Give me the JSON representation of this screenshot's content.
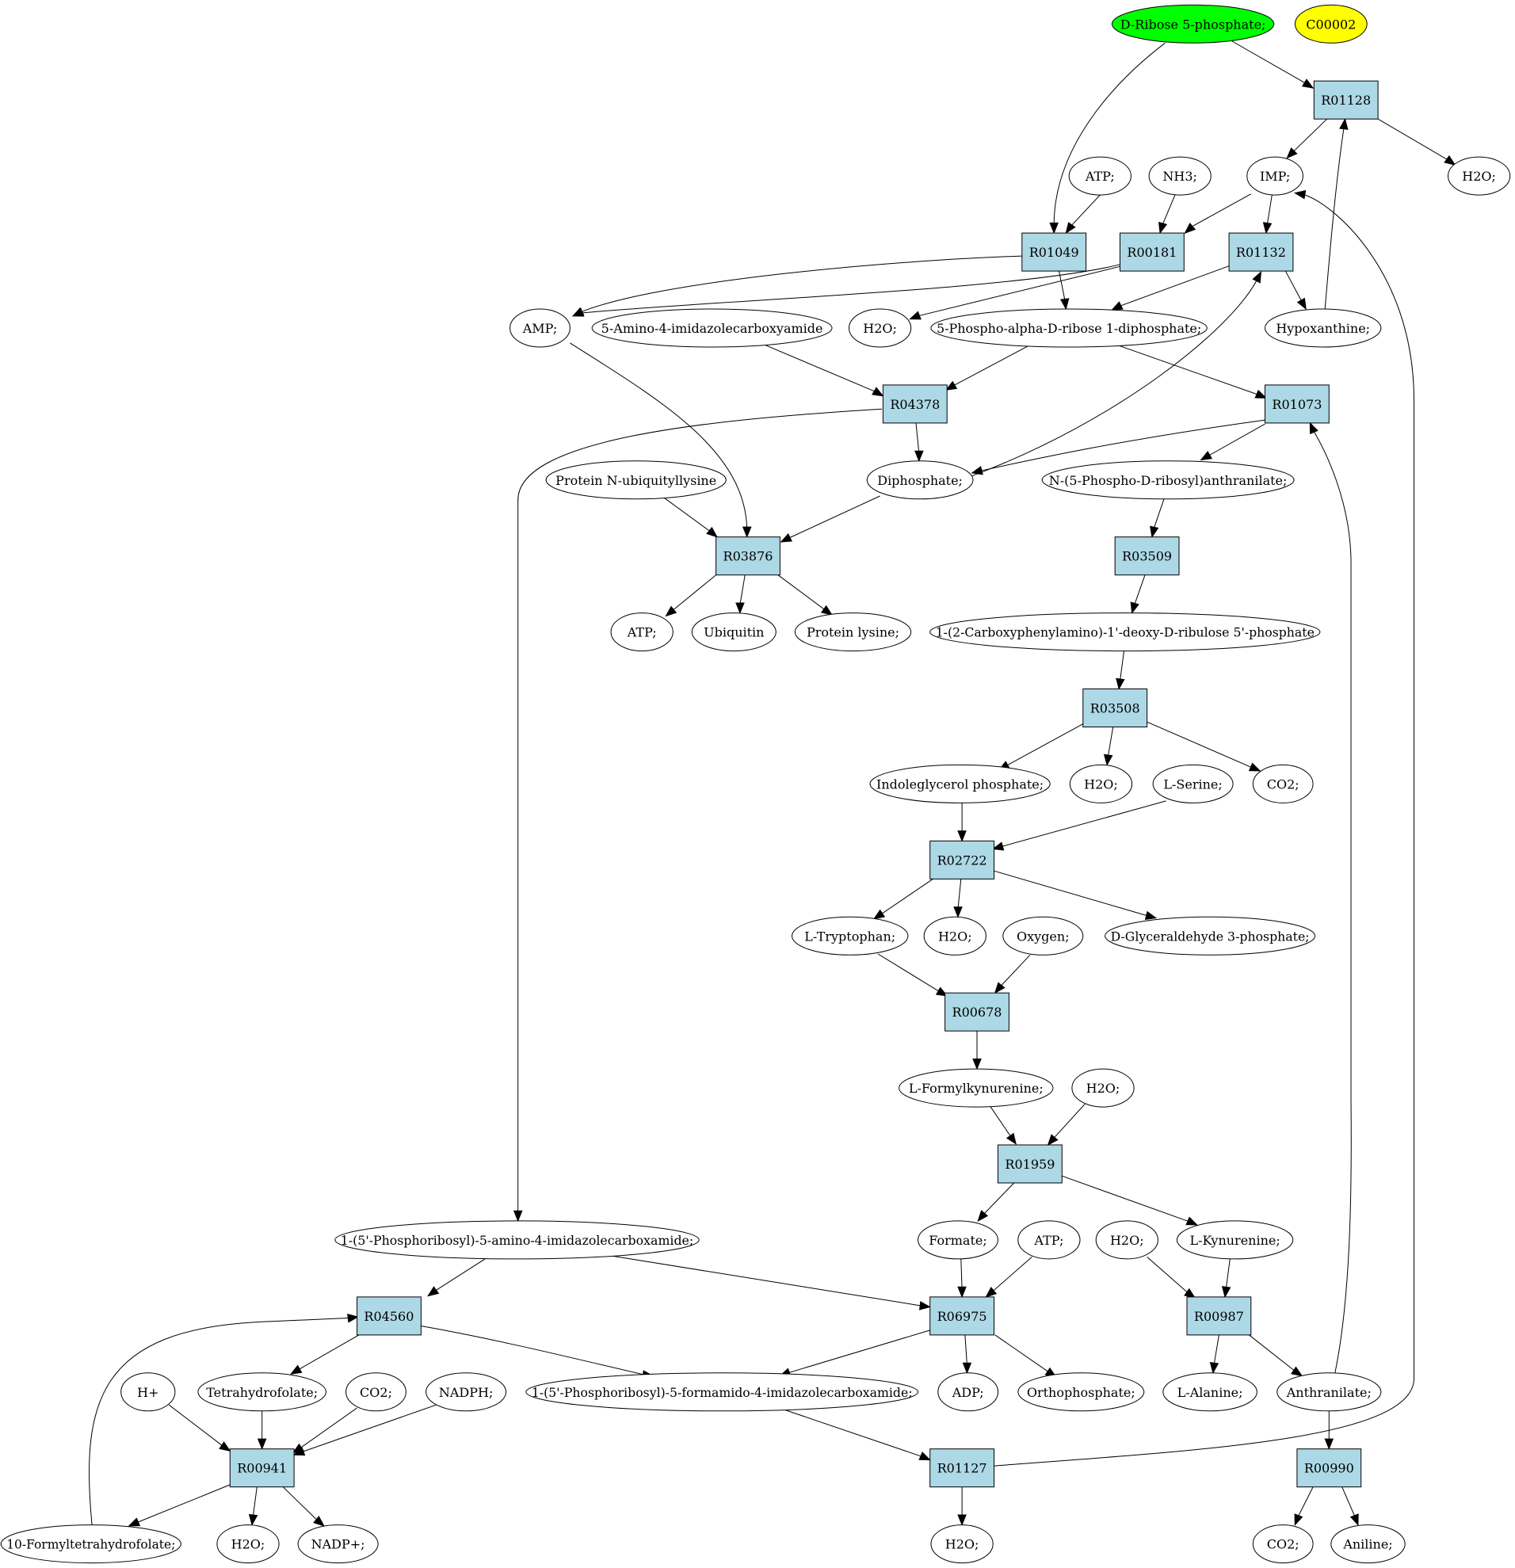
{
  "colors": {
    "reaction_fill": "#add8e6",
    "start_compound_fill": "#00ff00",
    "highlight_compound_fill": "#ffff00",
    "compound_fill": "#ffffff"
  },
  "nodes": {
    "ribose5p": "D-Ribose 5-phosphate;",
    "c00002": "C00002",
    "r01128": "R01128",
    "h2o_a": "H2O;",
    "atp_a": "ATP;",
    "nh3": "NH3;",
    "imp": "IMP;",
    "r01049": "R01049",
    "r00181": "R00181",
    "r01132": "R01132",
    "amp": "AMP;",
    "aica": "5-Amino-4-imidazolecarboxyamide",
    "h2o_b": "H2O;",
    "prpp": "5-Phospho-alpha-D-ribose 1-diphosphate;",
    "hypox": "Hypoxanthine;",
    "r04378": "R04378",
    "r01073": "R01073",
    "protubl": "Protein N-ubiquityllysine",
    "diphos": "Diphosphate;",
    "prant": "N-(5-Phospho-D-ribosyl)anthranilate;",
    "r03876": "R03876",
    "r03509": "R03509",
    "atp_b": "ATP;",
    "ubiq": "Ubiquitin",
    "protlys": "Protein lysine;",
    "cdrp": "1-(2-Carboxyphenylamino)-1'-deoxy-D-ribulose 5'-phosphate",
    "r03508": "R03508",
    "igp": "Indoleglycerol phosphate;",
    "h2o_c": "H2O;",
    "lser": "L-Serine;",
    "co2_a": "CO2;",
    "r02722": "R02722",
    "ltrp": "L-Tryptophan;",
    "h2o_d": "H2O;",
    "oxygen": "Oxygen;",
    "g3p": "D-Glyceraldehyde 3-phosphate;",
    "r00678": "R00678",
    "lfkyn": "L-Formylkynurenine;",
    "h2o_e": "H2O;",
    "r01959": "R01959",
    "aicar": "1-(5'-Phosphoribosyl)-5-amino-4-imidazolecarboxamide;",
    "formate": "Formate;",
    "atp_c": "ATP;",
    "h2o_f": "H2O;",
    "lkyn": "L-Kynurenine;",
    "r04560": "R04560",
    "r06975": "R06975",
    "r00987": "R00987",
    "hplus": "H+",
    "thf": "Tetrahydrofolate;",
    "co2_b": "CO2;",
    "nadph": "NADPH;",
    "faicar": "1-(5'-Phosphoribosyl)-5-formamido-4-imidazolecarboxamide;",
    "adp": "ADP;",
    "orthophos": "Orthophosphate;",
    "lala": "L-Alanine;",
    "anthr": "Anthranilate;",
    "r00941": "R00941",
    "r01127": "R01127",
    "r00990": "R00990",
    "fthf": "10-Formyltetrahydrofolate;",
    "h2o_g": "H2O;",
    "nadp": "NADP+;",
    "h2o_h": "H2O;",
    "co2_c": "CO2;",
    "aniline": "Aniline;"
  }
}
